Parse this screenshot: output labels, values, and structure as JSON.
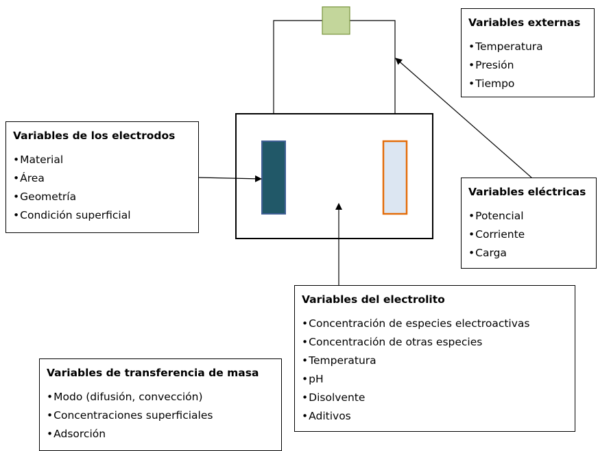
{
  "boxes": {
    "electrodos": {
      "title": "Variables de los electrodos",
      "items": [
        "Material",
        "Área",
        "Geometría",
        "Condición superficial"
      ]
    },
    "externas": {
      "title": "Variables externas",
      "items": [
        "Temperatura",
        "Presión",
        "Tiempo"
      ]
    },
    "electricas": {
      "title": "Variables eléctricas",
      "items": [
        "Potencial",
        "Corriente",
        "Carga"
      ]
    },
    "electrolito": {
      "title": "Variables del electrolito",
      "items": [
        "Concentración de especies electroactivas",
        "Concentración de otras especies",
        "Temperatura",
        "pH",
        "Disolvente",
        "Aditivos"
      ]
    },
    "masa": {
      "title": "Variables de transferencia de masa",
      "items": [
        "Modo (difusión, convección)",
        "Concentraciones superficiales",
        "Adsorción"
      ]
    }
  },
  "colors": {
    "power_source_fill": "#c3d69b",
    "power_source_stroke": "#77933c",
    "working_electrode_fill": "#215868",
    "working_electrode_stroke": "#3f5f95",
    "counter_electrode_fill": "#dce6f2",
    "counter_electrode_stroke": "#e36c09"
  }
}
